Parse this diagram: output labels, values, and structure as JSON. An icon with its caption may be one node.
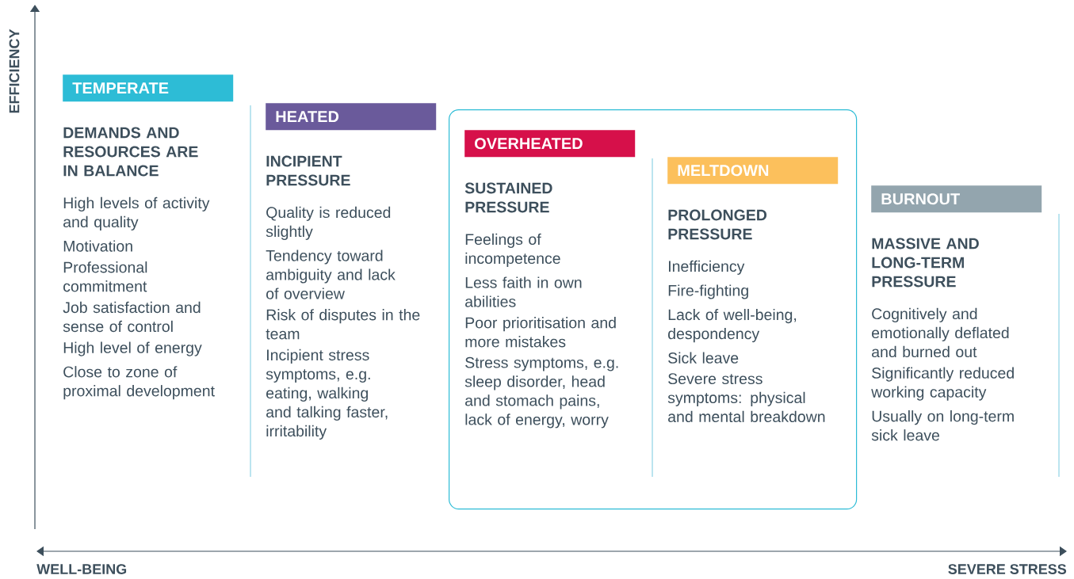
{
  "diagram": {
    "nodes": [
      {
        "text": [
          "TEMPERATE"
        ],
        "beside": [
          "DEMANDS AND RESOURCES ARE IN BALANCE",
          "High levels of activity and quality",
          "Motivation",
          "Professional commitment",
          "Job satisfaction and sense of control",
          "High level of energy",
          "Close to zone of proximal development"
        ]
      },
      {
        "text": [
          "HEATED"
        ],
        "beside": [
          "INCIPIENT PRESSURE",
          "Quality is reduced slightly",
          "Tendency toward ambiguity and lack of overview",
          "Risk of disputes in the team",
          "Incipient stress symptoms, e.g. eating, walking and talking faster, irritability"
        ]
      },
      {
        "text": [],
        "shape": "box"
      },
      {
        "text": [
          "OVERHEATED"
        ],
        "in": 2,
        "beside": [
          "SUSTAINED PRESSURE",
          "Feelings of incompetence",
          "Less faith in own abilities",
          "Poor prioritisation and more mistakes",
          "Stress symptoms, e.g. sleep disorder, head and stomach pains, lack of energy, worry"
        ]
      },
      {
        "text": [
          "MELTDOWN"
        ],
        "in": 2,
        "beside": [
          "PROLONGED PRESSURE",
          "Inefficiency",
          "Fire-fighting",
          "Lack of well-being, despondency",
          "Sick leave",
          "Severe stress symptoms: physical and mental breakdown"
        ]
      },
      {
        "text": [
          "BURNOUT"
        ],
        "beside": [
          "MASSIVE AND LONG-TERM PRESSURE",
          "Cognitively and emotionally deflated and burned out",
          "Significantly reduced working capacity",
          "Usually on long-term sick leave"
        ]
      }
    ],
    "labels": [
      "EFFICIENCY",
      "WELL-BEING",
      "SEVERE STRESS"
    ]
  }
}
